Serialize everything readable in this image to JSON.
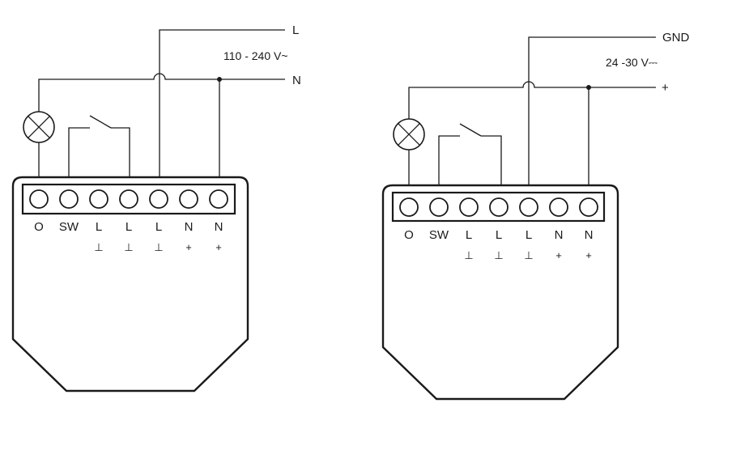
{
  "diagrams": [
    {
      "id": "ac",
      "supply_top": "L",
      "supply_bottom": "N",
      "voltage": "110 - 240 V~",
      "terminals": [
        {
          "label": "O",
          "symbol": ""
        },
        {
          "label": "SW",
          "symbol": ""
        },
        {
          "label": "L",
          "symbol": "⊥"
        },
        {
          "label": "L",
          "symbol": "⊥"
        },
        {
          "label": "L",
          "symbol": "⊥"
        },
        {
          "label": "N",
          "symbol": "+"
        },
        {
          "label": "N",
          "symbol": "+"
        }
      ]
    },
    {
      "id": "dc",
      "supply_top": "GND",
      "supply_bottom": "+",
      "voltage": "24 -30 V⎓",
      "terminals": [
        {
          "label": "O",
          "symbol": ""
        },
        {
          "label": "SW",
          "symbol": ""
        },
        {
          "label": "L",
          "symbol": "⊥"
        },
        {
          "label": "L",
          "symbol": "⊥"
        },
        {
          "label": "L",
          "symbol": "⊥"
        },
        {
          "label": "N",
          "symbol": "+"
        },
        {
          "label": "N",
          "symbol": "+"
        }
      ]
    }
  ]
}
